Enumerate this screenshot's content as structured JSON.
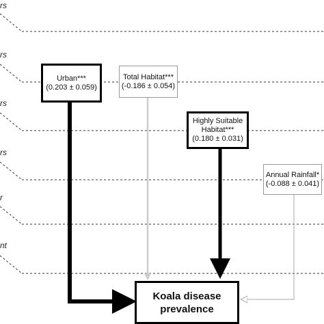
{
  "row_labels": [
    "rs",
    "rs",
    "rs",
    "rs",
    "r",
    "nt"
  ],
  "predictors": [
    {
      "name": "Urban***",
      "effect": "(0.203 ± 0.059)"
    },
    {
      "name": "Total Habitat***",
      "effect": "(-0.186 ± 0.054)"
    },
    {
      "name_line1": "Highly Suitable",
      "name_line2": "Habitat***",
      "effect": "(0.180 ± 0.031)"
    },
    {
      "name": "Annual Rainfall*",
      "effect": "(-0.088 ± 0.041)"
    }
  ],
  "outcome": {
    "line1": "Koala disease",
    "line2": "prevalence"
  },
  "colors": {
    "strong": "#000000",
    "weak": "#c8c8c8",
    "dashed": "#333333"
  }
}
